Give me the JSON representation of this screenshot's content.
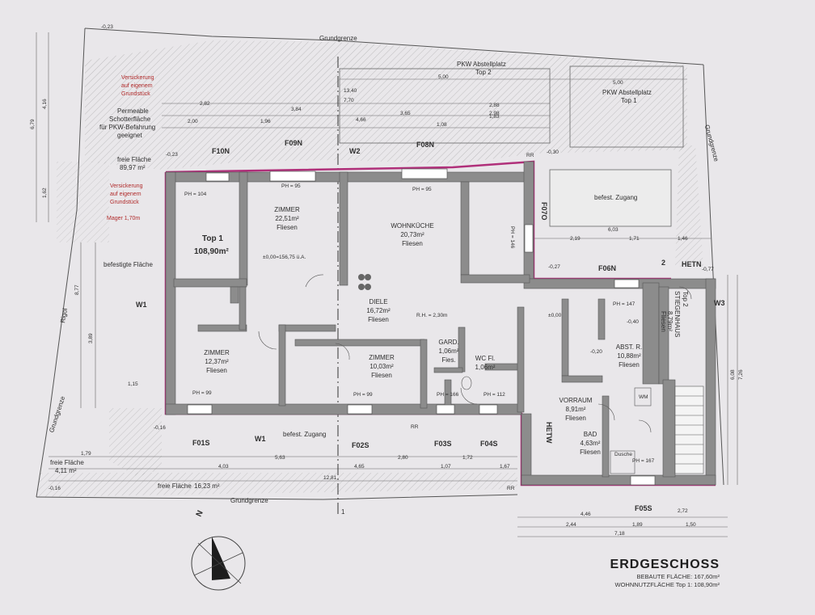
{
  "title": {
    "floor": "ERDGESCHOSS",
    "built_area": "BEBAUTE FLÄCHE: 167,60m²",
    "living_area": "WOHNNUTZFLÄCHE Top 1: 108,90m²"
  },
  "boundary": {
    "label": "Grundgrenze"
  },
  "unit": {
    "name": "Top 1",
    "area": "108,90m²"
  },
  "rooms": {
    "zimmer1": {
      "name": "ZIMMER",
      "area": "22,51m²",
      "floor": "Fliesen"
    },
    "wohnkueche": {
      "name": "WOHNKÜCHE",
      "area": "20,73m²",
      "floor": "Fliesen"
    },
    "diele": {
      "name": "DIELE",
      "area": "16,72m²",
      "floor": "Fliesen"
    },
    "zimmer2": {
      "name": "ZIMMER",
      "area": "12,37m²",
      "floor": "Fliesen"
    },
    "zimmer3": {
      "name": "ZIMMER",
      "area": "10,03m²",
      "floor": "Fliesen"
    },
    "gard": {
      "name": "GARD.",
      "area": "1,06m²",
      "floor": "Fies."
    },
    "wc": {
      "name": "WC Fl.",
      "area": "1,06m²"
    },
    "abstr": {
      "name": "ABST. R.",
      "area": "10,88m²",
      "floor": "Fliesen"
    },
    "vorraum": {
      "name": "VORRAUM",
      "area": "8,91m²",
      "floor": "Fliesen"
    },
    "bad": {
      "name": "BAD",
      "area": "4,63m²",
      "floor": "Fliesen"
    },
    "stiegenhaus": {
      "name": "STIEGENHAUS",
      "area": "8,79m²",
      "floor": "Fliesen",
      "unit": "Top 2"
    }
  },
  "windows": {
    "f10n": "F10N",
    "f09n": "F09N",
    "w2": "W2",
    "f08n": "F08N",
    "f07o": "F07O",
    "f06n": "F06N",
    "hetn": "HETN",
    "w3": "W3",
    "w1_left": "W1",
    "w1_bottom": "W1",
    "f01s": "F01S",
    "f02s": "F02S",
    "f03s": "F03S",
    "f04s": "F04S",
    "hetw": "HETW",
    "f05s": "F05S"
  },
  "ph": {
    "p104": "PH = 104",
    "p95a": "PH = 95",
    "p95b": "PH = 95",
    "p146": "PH = 146",
    "p147": "PH = 147",
    "p99a": "PH = 99",
    "p99b": "PH = 99",
    "p166": "PH = 166",
    "p112": "PH = 112",
    "p167": "PH = 167"
  },
  "notes": {
    "parking2": "PKW Abstellplatz",
    "parking2b": "Top 2",
    "parking1": "PKW Abstellplatz",
    "parking1b": "Top 1",
    "gravel1": "Permeable",
    "gravel2": "Schotterfläche",
    "gravel3": "für PKW-Befahrung",
    "gravel4": "geeignet",
    "free1": "freie Fläche",
    "free1v": "89,97 m²",
    "free2": "freie Fläche",
    "free2v": "4,11 m²",
    "free3": "freie Fläche",
    "free3v": "16,23 m²",
    "access1": "befest. Zugang",
    "access2": "befest. Zugang",
    "paved": "befestigte Fläche",
    "seep1": "Versickerung",
    "seep2": "auf eigenem",
    "seep3": "Grundstück",
    "seep4": "Versickerung",
    "seep5": "auf eigenem",
    "seep6": "Grundstück",
    "mager": "Mager 1,70m",
    "level": "±0,00=156,75 ü.A.",
    "rh": "R.H. = 2,30m",
    "lvl0": "±0,00",
    "lvl1": "-0,40",
    "lvl2": "-0,20",
    "lvl3": "-0,23",
    "lvl4": "-0,30",
    "lvl5": "-0,27",
    "lvl6": "-0,77",
    "lvl7": "-0,16",
    "lvl8": "-0,16",
    "lvl9": "-0,23",
    "wm": "WM",
    "dusche": "Dusche",
    "rr1": "RR",
    "rr2": "RR",
    "rr3": "RR",
    "two": "2",
    "north": "N",
    "rigol": "Rigol",
    "axis1": "1"
  },
  "dims_top": {
    "d1": "13,40",
    "d2": "7,70",
    "d3": "5,00",
    "d4": "5,00",
    "d5": "2,82",
    "d6": "3,84",
    "d7": "2,98",
    "d8": "2,00",
    "d9": "1,96",
    "d10": "4,66",
    "d11": "1,08",
    "d12": "2,88",
    "d13": "3,65",
    "d14": "1,83",
    "d15": "6,03",
    "d16": "2,19",
    "d17": "1,71",
    "d18": "1,46"
  },
  "dims_bottom": {
    "d1": "1,79",
    "d2": "5,63",
    "d3": "2,80",
    "d4": "1,72",
    "d5": "4,03",
    "d6": "4,65",
    "d7": "1,07",
    "d8": "1,67",
    "d9": "12,81",
    "d10": "4,46",
    "d11": "2,72",
    "d12": "2,44",
    "d13": "1,89",
    "d14": "1,50",
    "d15": "7,18",
    "d16": "1,15"
  },
  "dims_side": {
    "l1": "6,79",
    "l2": "4,16",
    "l3": "1,62",
    "l4": "8,77",
    "l5": "3,89",
    "r1": "7,26",
    "r2": "6,08"
  }
}
